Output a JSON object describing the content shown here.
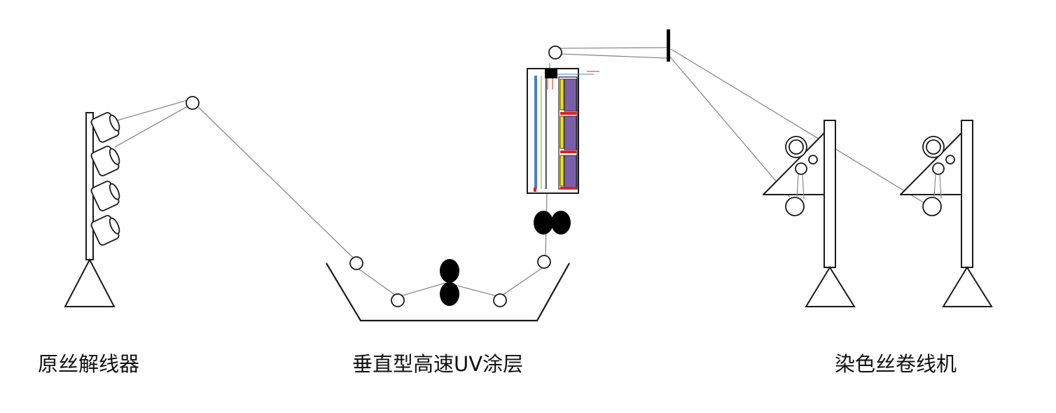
{
  "labels": {
    "unwinder": "原丝解线器",
    "coating": "垂直型高速UV涂层",
    "winder": "染色丝卷线机"
  },
  "colors": {
    "stroke": "#1a1a1a",
    "thread": "#8a8a8a",
    "uv_blue": "#4a7fc8",
    "uv_green": "#b9d87c",
    "uv_purple": "#7b5ea8",
    "uv_yellow": "#f2e600",
    "uv_red": "#e02020",
    "roller_fill": "#000000"
  },
  "icons": {
    "bobbin": "bobbin-icon",
    "guide_roller": "guide-roller-icon",
    "nip_roller": "nip-roller-icon",
    "uv_lamp": "uv-lamp-icon"
  }
}
